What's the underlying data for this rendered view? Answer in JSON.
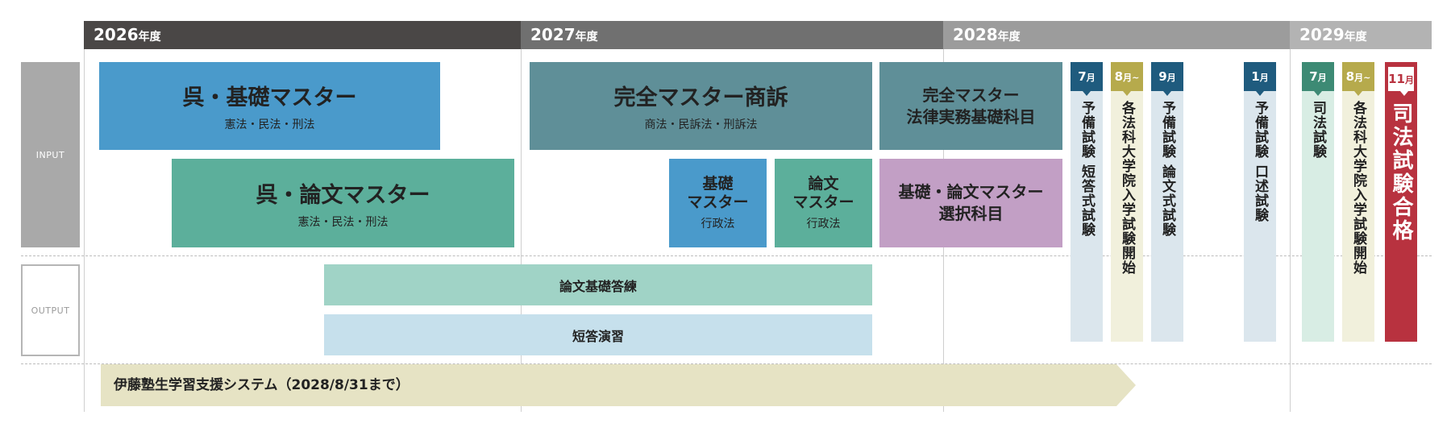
{
  "years": [
    {
      "num": "2026",
      "suffix": "年度"
    },
    {
      "num": "2027",
      "suffix": "年度"
    },
    {
      "num": "2028",
      "suffix": "年度"
    },
    {
      "num": "2029",
      "suffix": "年度"
    }
  ],
  "sides": {
    "input": "INPUT",
    "output": "OUTPUT"
  },
  "courses": [
    {
      "title": "呉・基礎マスター",
      "sub": "憲法・民法・刑法"
    },
    {
      "title": "呉・論文マスター",
      "sub": "憲法・民法・刑法"
    },
    {
      "title": "完全マスター商訴",
      "sub": "商法・民訴法・刑訴法"
    },
    {
      "title_lines": [
        "完全マスター",
        "法律実務基礎科目"
      ]
    },
    {
      "title_lines": [
        "基礎",
        "マスター"
      ],
      "sub": "行政法"
    },
    {
      "title_lines": [
        "論文",
        "マスター"
      ],
      "sub": "行政法"
    },
    {
      "title_lines": [
        "基礎・論文マスター",
        "選択科目"
      ]
    }
  ],
  "output": [
    "論文基礎答練",
    "短答演習"
  ],
  "support": {
    "label": "伊藤塾生学習支援システム（2028/8/31まで）"
  },
  "exams": [
    {
      "num": "7",
      "unit": "月",
      "label": "予備試験 短答式試験",
      "tab_color": "#1f5b7e"
    },
    {
      "num": "8",
      "unit": "月~",
      "label": "各法科大学院入学試験開始",
      "tab_color": "#b6aa4c"
    },
    {
      "num": "9",
      "unit": "月",
      "label": "予備試験 論文式試験",
      "tab_color": "#1f5b7e"
    },
    {
      "num": "1",
      "unit": "月",
      "label": "予備試験 口述試験",
      "tab_color": "#1f5b7e"
    },
    {
      "num": "7",
      "unit": "月",
      "label": "司法試験",
      "tab_color": "#3d8a74"
    },
    {
      "num": "8",
      "unit": "月~",
      "label": "各法科大学院入学試験開始",
      "tab_color": "#b6aa4c"
    },
    {
      "num": "11",
      "unit": "月",
      "label": "司法試験合格",
      "tab_color": "#ffffff"
    }
  ]
}
